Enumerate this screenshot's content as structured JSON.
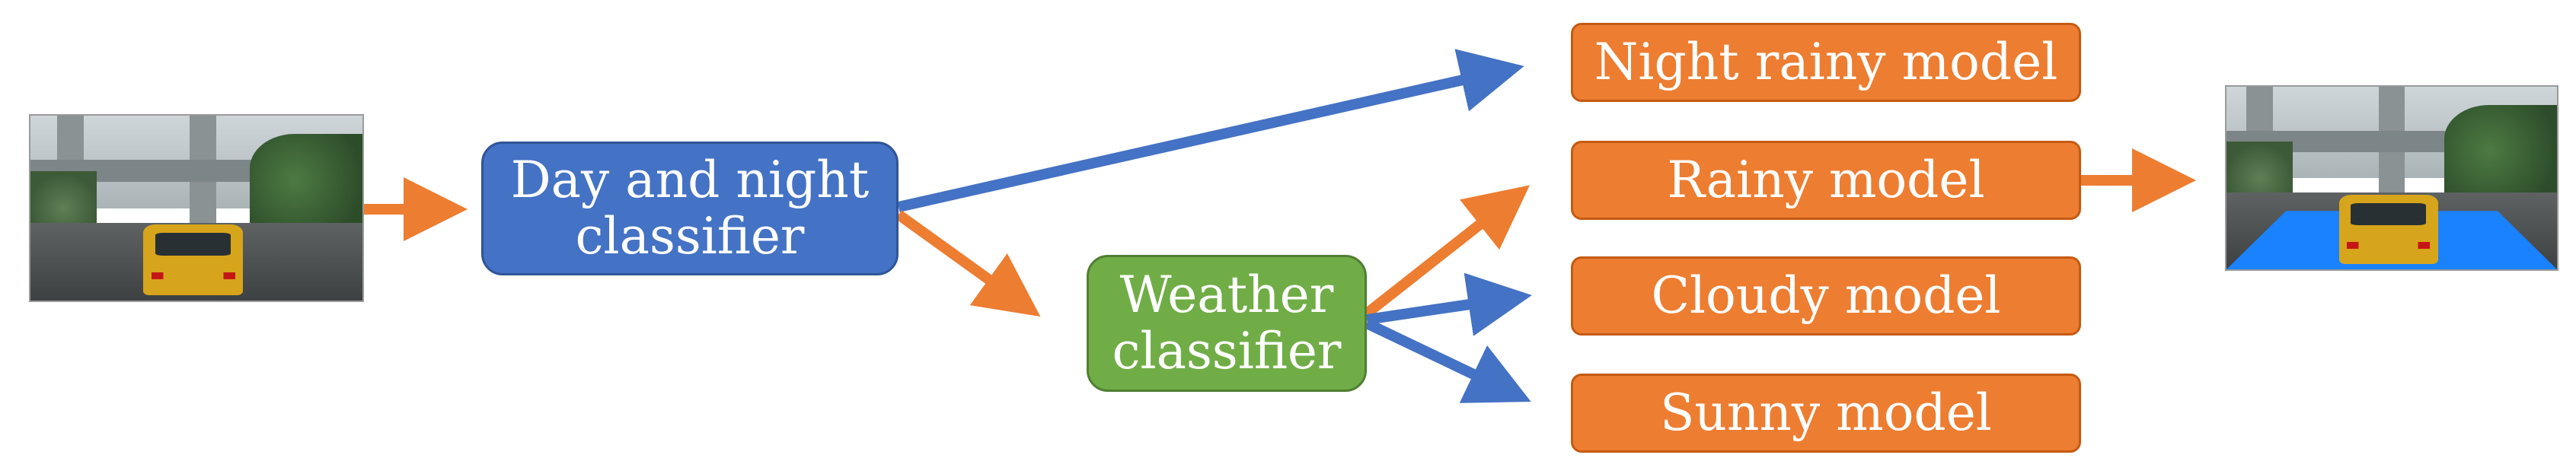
{
  "nodes": {
    "day_night": "Day and night\nclassifier",
    "weather": "Weather\nclassifier",
    "night_rainy": "Night rainy model",
    "rainy": "Rainy model",
    "cloudy": "Cloudy model",
    "sunny": "Sunny model"
  },
  "images": {
    "input": "rainy-street-photo",
    "output": "segmented-street-photo"
  },
  "colors": {
    "blue": "#4472c4",
    "green": "#70ad47",
    "orange": "#ed7d31",
    "segmentation": "#1a82ff"
  }
}
